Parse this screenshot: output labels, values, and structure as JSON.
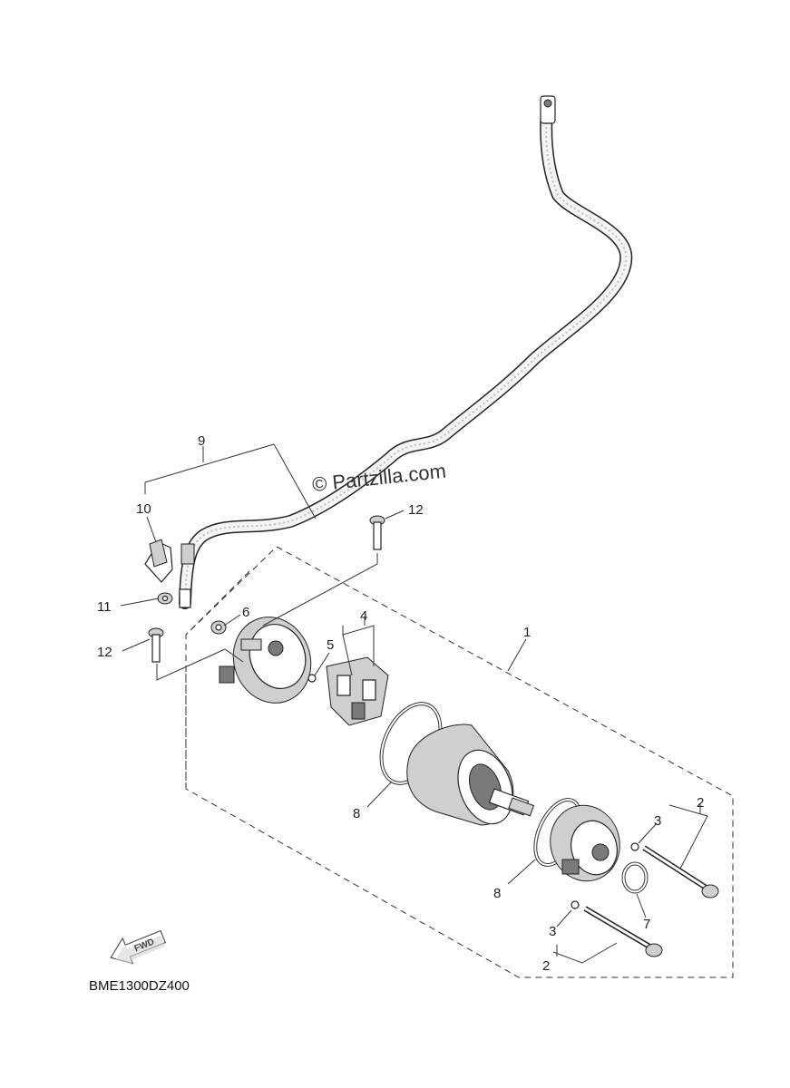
{
  "watermark": "© Partzilla.com",
  "diagram_code": "BME1300DZ400",
  "fwd_label": "FWD",
  "callouts": {
    "c1": "1",
    "c2a": "2",
    "c2b": "2",
    "c3a": "3",
    "c3b": "3",
    "c4": "4",
    "c5": "5",
    "c6": "6",
    "c7": "7",
    "c8a": "8",
    "c8b": "8",
    "c9": "9",
    "c10": "10",
    "c11": "11",
    "c12a": "12",
    "c12b": "12"
  }
}
